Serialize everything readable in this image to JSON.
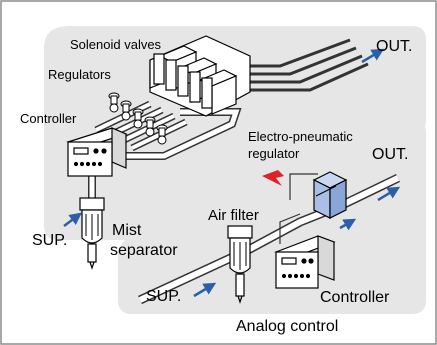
{
  "labels": {
    "solenoid_valves": "Solenoid valves",
    "regulators": "Regulators",
    "controller_top": "Controller",
    "out_top": "OUT.",
    "electro_pneumatic_line1": "Electro-pneumatic",
    "electro_pneumatic_line2": "regulator",
    "out_bottom": "OUT.",
    "air_filter": "Air filter",
    "sup_left": "SUP.",
    "mist_line1": "Mist",
    "mist_line2": "separator",
    "sup_bottom": "SUP.",
    "controller_bottom": "Controller",
    "analog_control": "Analog control"
  },
  "colors": {
    "zone_fill": "#e6e6e6",
    "pipe": "#333333",
    "flow_arrow": "#2b5fa8",
    "signal_arrow": "#e0202a",
    "regulator_blue": "#a9bfe6",
    "frame": "#8c8c8c"
  }
}
